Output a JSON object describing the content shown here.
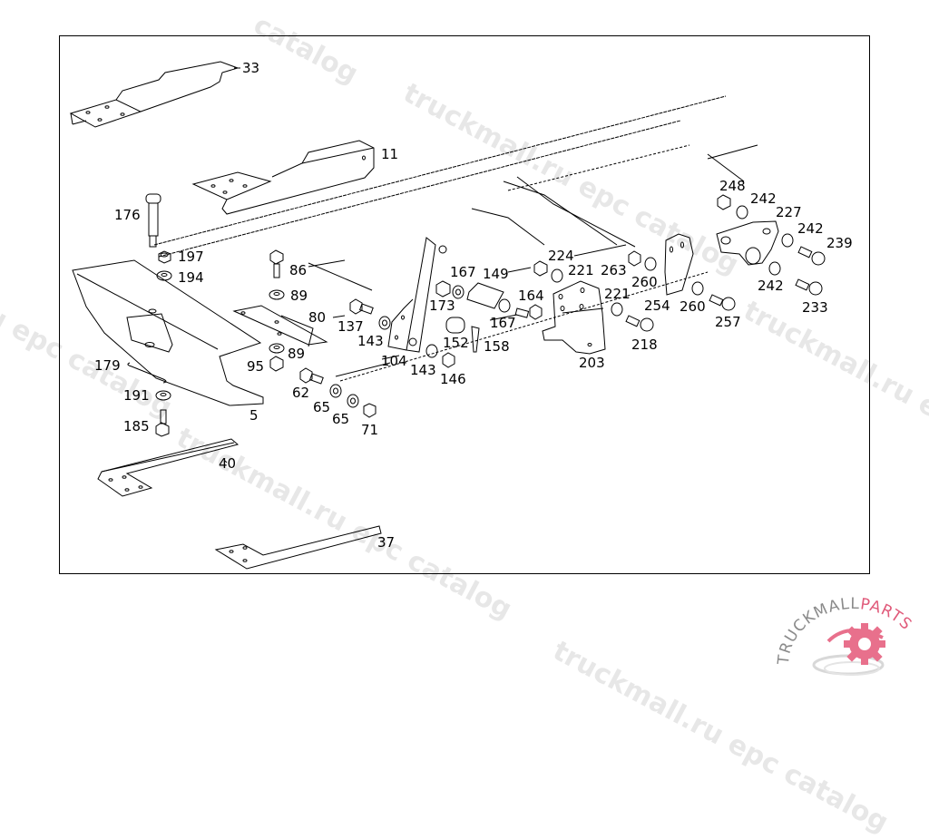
{
  "diagram": {
    "type": "exploded-parts-diagram",
    "subject": "truck frame rear end / bumper mounting parts",
    "callouts": [
      {
        "id": "33"
      },
      {
        "id": "11"
      },
      {
        "id": "176"
      },
      {
        "id": "197"
      },
      {
        "id": "194"
      },
      {
        "id": "86"
      },
      {
        "id": "89a",
        "label": "89"
      },
      {
        "id": "80"
      },
      {
        "id": "137"
      },
      {
        "id": "143a",
        "label": "143"
      },
      {
        "id": "89b",
        "label": "89"
      },
      {
        "id": "95"
      },
      {
        "id": "179"
      },
      {
        "id": "191"
      },
      {
        "id": "185"
      },
      {
        "id": "5"
      },
      {
        "id": "62"
      },
      {
        "id": "65a",
        "label": "65"
      },
      {
        "id": "65b",
        "label": "65"
      },
      {
        "id": "71"
      },
      {
        "id": "104"
      },
      {
        "id": "143b",
        "label": "143"
      },
      {
        "id": "146"
      },
      {
        "id": "173"
      },
      {
        "id": "167a",
        "label": "167"
      },
      {
        "id": "149"
      },
      {
        "id": "167b",
        "label": "167"
      },
      {
        "id": "164"
      },
      {
        "id": "152"
      },
      {
        "id": "158"
      },
      {
        "id": "224"
      },
      {
        "id": "221a",
        "label": "221"
      },
      {
        "id": "263"
      },
      {
        "id": "260a",
        "label": "260"
      },
      {
        "id": "221b",
        "label": "221"
      },
      {
        "id": "218"
      },
      {
        "id": "203"
      },
      {
        "id": "254"
      },
      {
        "id": "260b",
        "label": "260"
      },
      {
        "id": "257"
      },
      {
        "id": "248"
      },
      {
        "id": "242a",
        "label": "242"
      },
      {
        "id": "227"
      },
      {
        "id": "242b",
        "label": "242"
      },
      {
        "id": "239"
      },
      {
        "id": "242c",
        "label": "242"
      },
      {
        "id": "233"
      },
      {
        "id": "40"
      },
      {
        "id": "37"
      }
    ]
  },
  "labels": {
    "l33": "33",
    "l11": "11",
    "l176": "176",
    "l197": "197",
    "l194": "194",
    "l86": "86",
    "l89a": "89",
    "l80": "80",
    "l137": "137",
    "l143a": "143",
    "l89b": "89",
    "l95": "95",
    "l179": "179",
    "l191": "191",
    "l185": "185",
    "l5": "5",
    "l62": "62",
    "l65a": "65",
    "l65b": "65",
    "l71": "71",
    "l104": "104",
    "l143b": "143",
    "l146": "146",
    "l173": "173",
    "l167a": "167",
    "l149": "149",
    "l167b": "167",
    "l164": "164",
    "l152": "152",
    "l158": "158",
    "l224": "224",
    "l221a": "221",
    "l263": "263",
    "l260a": "260",
    "l221b": "221",
    "l218": "218",
    "l203": "203",
    "l254": "254",
    "l260b": "260",
    "l257": "257",
    "l248": "248",
    "l242a": "242",
    "l227": "227",
    "l242b": "242",
    "l239": "239",
    "l242c": "242",
    "l233": "233",
    "l40": "40",
    "l37": "37"
  },
  "watermark": {
    "text_a": "truckmall.ru epc catalog",
    "text_b": "truckmall.ru epc catalog",
    "text_c": "truckmall.ru epc catalog",
    "text_d": "u epc catalog",
    "text_e": "catalog",
    "text_f": "truckmall.ru e"
  },
  "logo": {
    "word_a": "TRUCKMALL",
    "word_b": "PARTS",
    "color_gray": "#8a8a8a",
    "color_pink": "#e05a7a"
  }
}
